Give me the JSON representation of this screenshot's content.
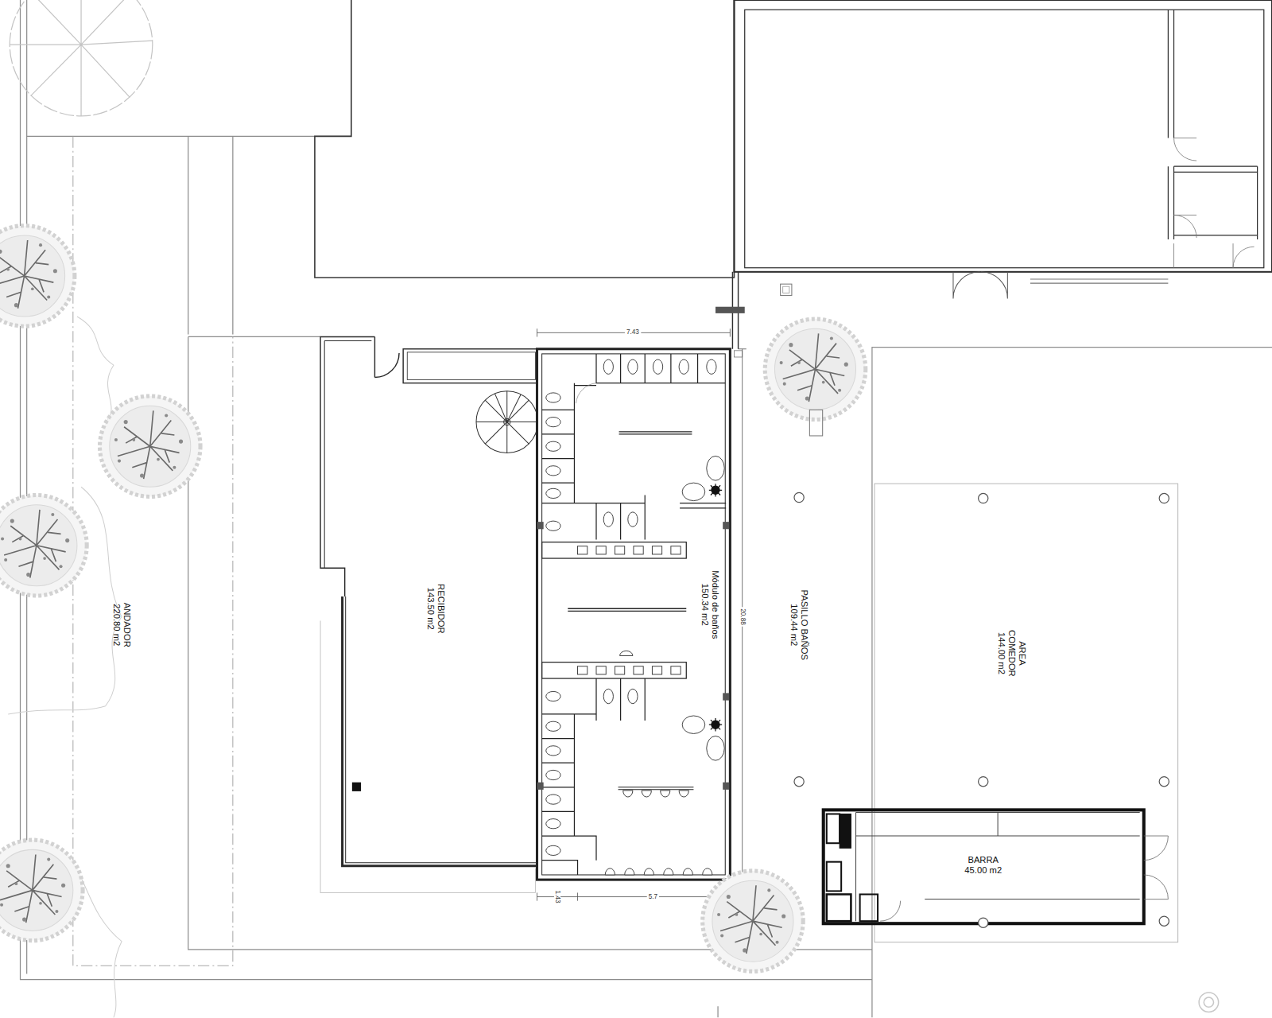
{
  "diagram": {
    "nodes": [
      {
        "text": [
          "ANDADOR",
          "220.80 m2"
        ]
      },
      {
        "text": [
          "RECIBIDOR",
          "143.50 m2"
        ]
      },
      {
        "text": [
          "Módulo de baños",
          "150.34 m2"
        ]
      },
      {
        "text": [
          "PASILLO BAÑOS",
          "109.44 m2"
        ]
      },
      {
        "text": [
          "AREA COMEDOR",
          "144.00 m2"
        ]
      },
      {
        "text": [
          "BARRA",
          "45.00 m2"
        ]
      }
    ],
    "labels": [
      "7.43",
      "20.88",
      "1.43",
      "5.7"
    ]
  }
}
